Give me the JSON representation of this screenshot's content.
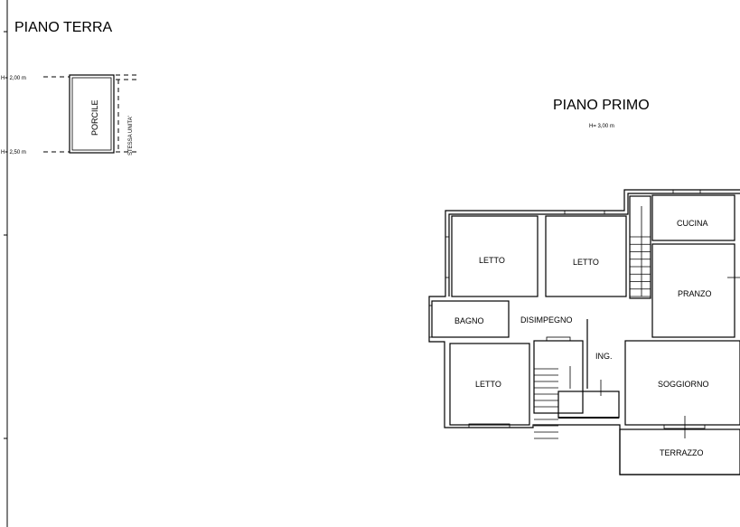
{
  "ground_floor": {
    "title": "PIANO TERRA",
    "height_top": "H= 2,00 m",
    "height_bottom": "H= 2,50 m",
    "room": "PORCILE",
    "adjacent_label": "STESSA UNITA'"
  },
  "first_floor": {
    "title": "PIANO PRIMO",
    "height": "H= 3,00 m",
    "rooms": {
      "letto_1": "LETTO",
      "letto_2": "LETTO",
      "letto_3": "LETTO",
      "cucina": "CUCINA",
      "pranzo": "PRANZO",
      "bagno": "BAGNO",
      "disimpegno": "DISIMPEGNO",
      "ingresso": "ING.",
      "soggiorno": "SOGGIORNO",
      "terrazzo": "TERRAZZO"
    }
  }
}
